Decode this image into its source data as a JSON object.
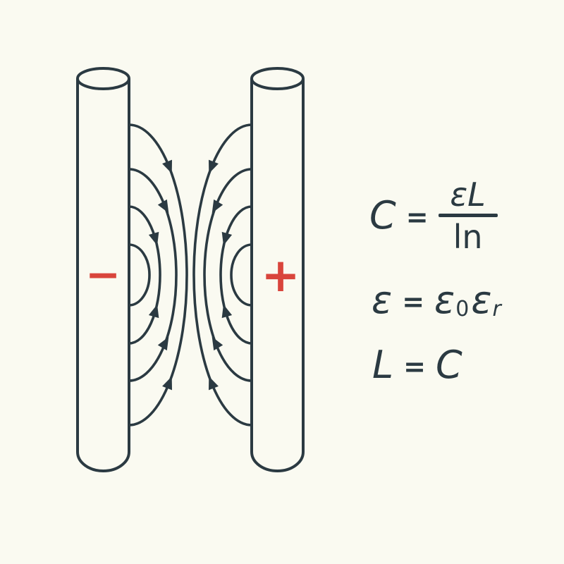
{
  "page": {
    "description_label": "Cylindrical capacitor with electric field lines between a negative and a positive electrode"
  },
  "colors": {
    "bg": "#fafaf1",
    "ink": "#2b3a42",
    "red": "#d9453c"
  },
  "electrodes": {
    "negative": {
      "label": "−"
    },
    "positive": {
      "label": "+"
    }
  },
  "formulas": {
    "capacitance": {
      "lhs": "C",
      "equals": "=",
      "numerator": "εL",
      "denominator": "ln"
    },
    "permittivity": {
      "lhs": "ε",
      "equals": "=",
      "rhs_base_1": "ε",
      "rhs_sub_1": "0",
      "rhs_base_2": "ε",
      "rhs_sub_2": "r"
    },
    "length": {
      "lhs": "L",
      "equals": "=",
      "rhs": "C"
    }
  }
}
